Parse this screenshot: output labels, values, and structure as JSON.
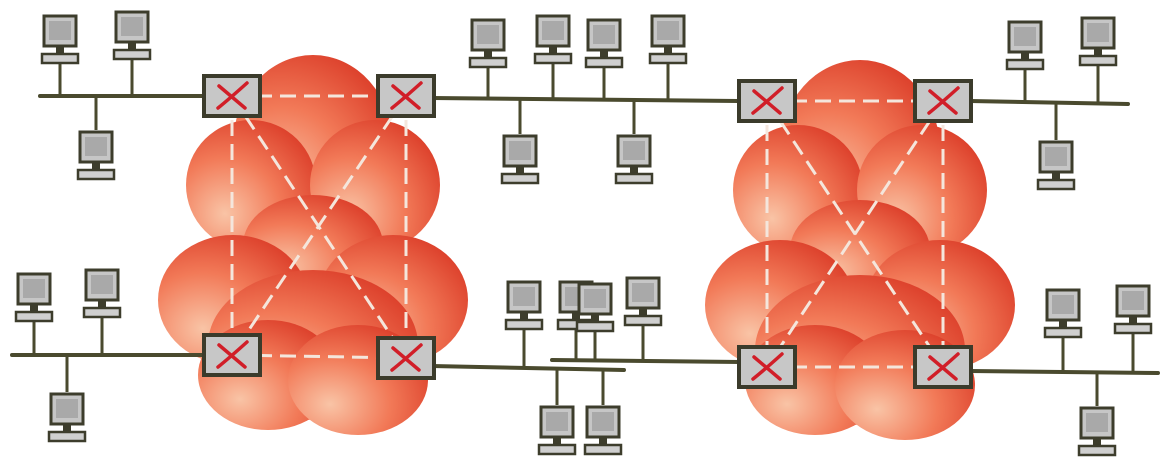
{
  "diagram": {
    "colors": {
      "cloud_light": "#f9c4a6",
      "cloud_mid": "#f27a58",
      "cloud_dark": "#d42a1a",
      "switch_fill": "#c7c7c7",
      "switch_cross": "#d11e28",
      "cable": "#4a4a2e",
      "dashed_link": "#f4e6dc",
      "computer_body": "#c6c6c6"
    },
    "clouds": [
      {
        "name": "network-cloud-left",
        "icon": "cloud-shape"
      },
      {
        "name": "network-cloud-right",
        "icon": "cloud-shape"
      }
    ],
    "switch_icon": "packet-switch-x-icon",
    "host_icon": "desktop-computer-icon"
  }
}
